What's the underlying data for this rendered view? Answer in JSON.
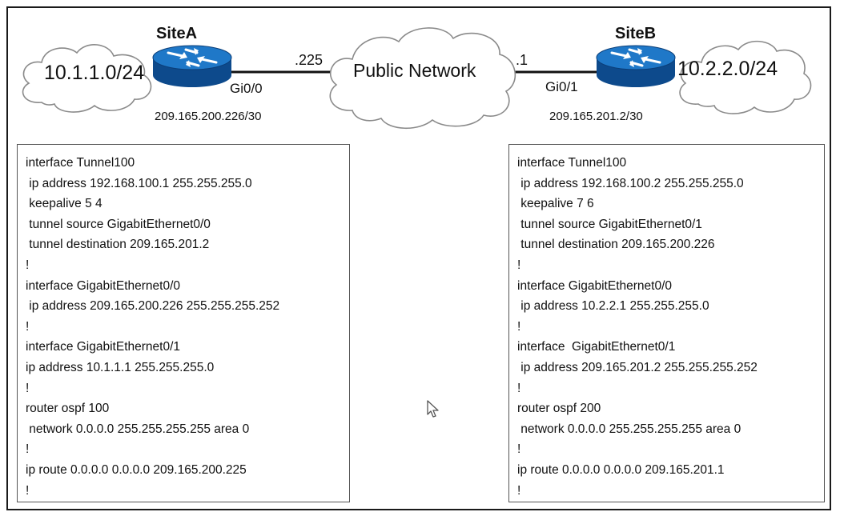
{
  "diagram": {
    "site_a": {
      "name": "SiteA",
      "lan": "10.1.1.0/24",
      "interface": "Gi0/0",
      "wan_address": "209.165.200.226/30"
    },
    "site_b": {
      "name": "SiteB",
      "lan": "10.2.2.0/24",
      "interface": "Gi0/1",
      "wan_address": "209.165.201.2/30"
    },
    "public_network": {
      "label": "Public Network",
      "left_hop": ".225",
      "right_hop": ".1"
    }
  },
  "config_a": [
    "interface Tunnel100",
    " ip address 192.168.100.1 255.255.255.0",
    " keepalive 5 4",
    " tunnel source GigabitEthernet0/0",
    " tunnel destination 209.165.201.2",
    "!",
    "interface GigabitEthernet0/0",
    " ip address 209.165.200.226 255.255.255.252",
    "!",
    "interface GigabitEthernet0/1",
    "ip address 10.1.1.1 255.255.255.0",
    "!",
    "router ospf 100",
    " network 0.0.0.0 255.255.255.255 area 0",
    "!",
    "ip route 0.0.0.0 0.0.0.0 209.165.200.225",
    "!"
  ],
  "config_b": [
    "interface Tunnel100",
    " ip address 192.168.100.2 255.255.255.0",
    " keepalive 7 6",
    " tunnel source GigabitEthernet0/1",
    " tunnel destination 209.165.200.226",
    "!",
    "interface GigabitEthernet0/0",
    " ip address 10.2.2.1 255.255.255.0",
    "!",
    "interface  GigabitEthernet0/1",
    " ip address 209.165.201.2 255.255.255.252",
    "!",
    "router ospf 200",
    " network 0.0.0.0 255.255.255.255 area 0",
    "!",
    "ip route 0.0.0.0 0.0.0.0 209.165.201.1",
    "!"
  ],
  "colors": {
    "router_top": "#1f78c8",
    "router_body": "#0d4a8c",
    "cloud_stroke": "#8a8a8a",
    "link": "#111111"
  },
  "icons": {
    "router": "router-icon",
    "cloud": "cloud-icon",
    "cursor": "mouse-pointer-icon"
  }
}
